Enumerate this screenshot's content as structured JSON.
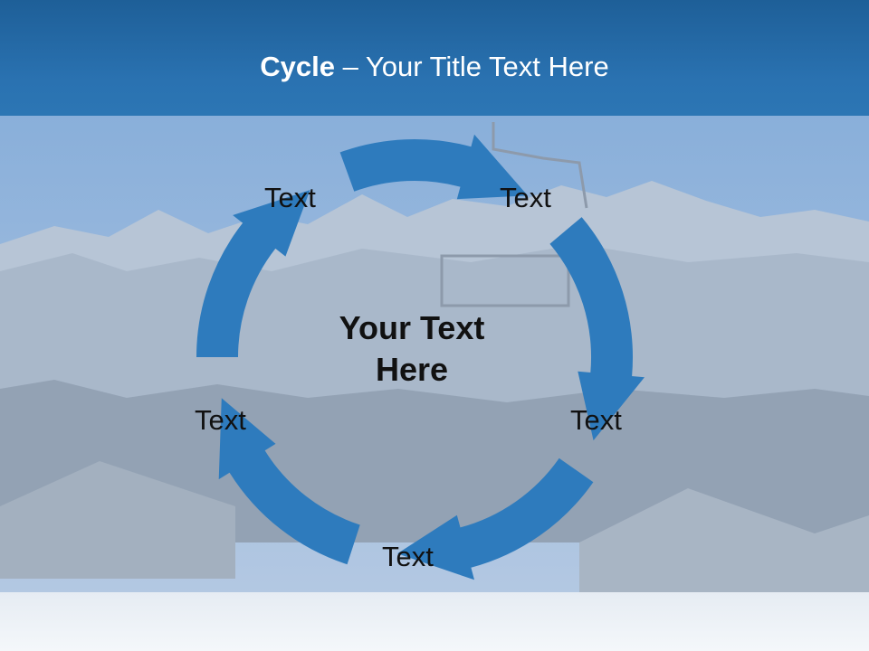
{
  "slide": {
    "title_bold": "Cycle",
    "title_rest": " – Your Title Text Here",
    "center_line1": "Your Text",
    "center_line2": "Here",
    "nodes": [
      "Text",
      "Text",
      "Text",
      "Text",
      "Text"
    ]
  },
  "colors": {
    "title_band": "#2a72b1",
    "arrow": "#2e7bbd",
    "text": "#111111"
  }
}
